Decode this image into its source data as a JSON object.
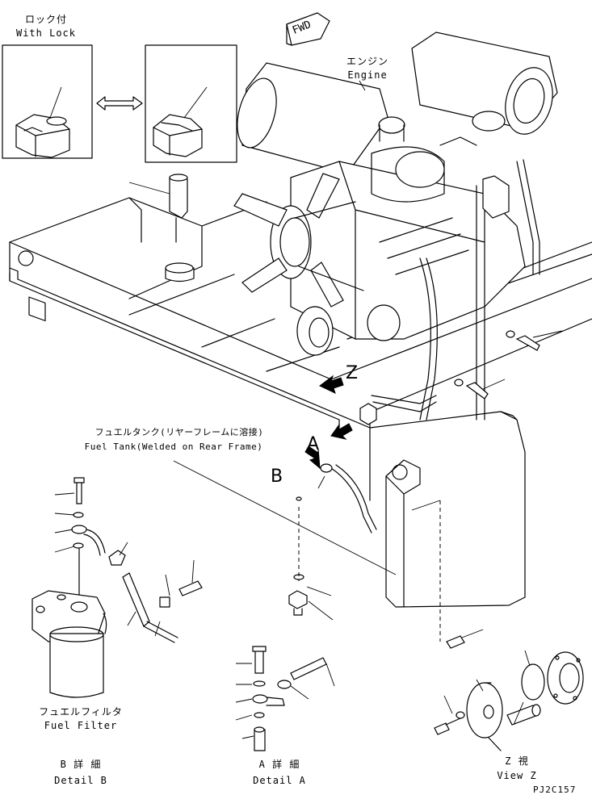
{
  "labels": {
    "lock_jp": "ロック付",
    "lock_en": "With Lock",
    "fwd": "FWD",
    "engine_jp": "エンジン",
    "engine_en": "Engine",
    "tank_jp": "フュエルタンク(リヤーフレームに溶接)",
    "tank_en": "Fuel Tank(Welded on Rear Frame)",
    "filter_jp": "フュエルフィルタ",
    "filter_en": "Fuel Filter",
    "detail_b_jp": "B 詳 細",
    "detail_b_en": "Detail B",
    "detail_a_jp": "A 詳 細",
    "detail_a_en": "Detail A",
    "view_z_jp": "Z 視",
    "view_z_en": "View Z",
    "code": "PJ2C157",
    "ref_z": "Z",
    "ref_a": "A",
    "ref_b": "B"
  }
}
